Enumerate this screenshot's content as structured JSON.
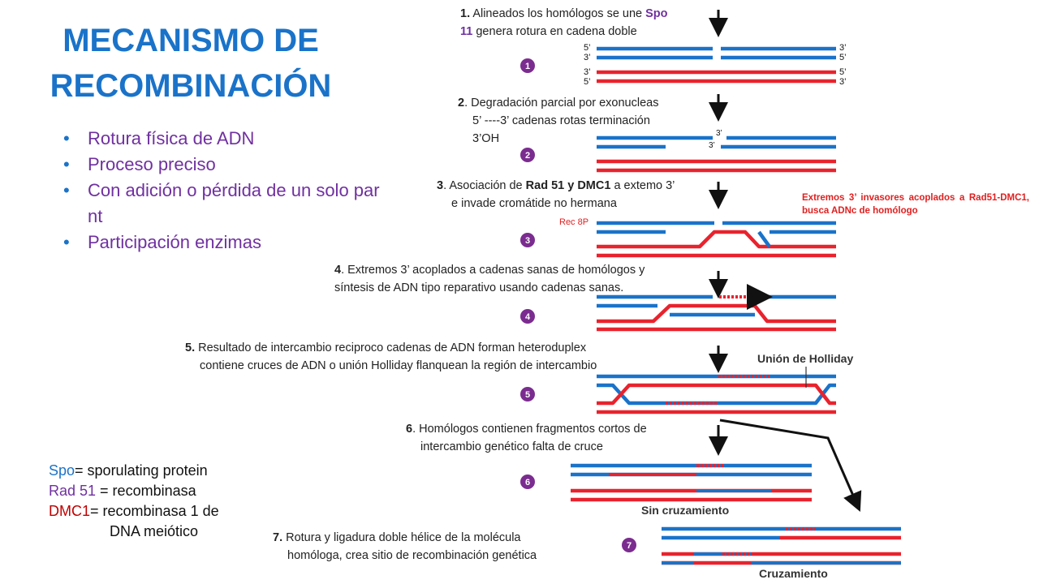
{
  "title": {
    "line1": "MECANISMO DE",
    "line2": "RECOMBINACIÓN"
  },
  "bullets": [
    "Rotura física de ADN",
    "Proceso preciso",
    "Con adición o pérdida de un solo par nt",
    "Participación enzimas"
  ],
  "legend": {
    "spo_key": "Spo",
    "spo_value": "= sporulating protein",
    "rad_key": "Rad 51",
    "rad_value": " = recombinasa",
    "dmc_key": "DMC1",
    "dmc_value": "= recombinasa 1 de",
    "dmc_value2": "DNA meiótico"
  },
  "steps": {
    "s1": {
      "num": "1.",
      "a": " Alineados los homólogos se une ",
      "spo": "Spo",
      "spo2": "11",
      "b": " genera rotura en  cadena doble"
    },
    "s2": {
      "num": "2",
      "a": ". Degradación parcial por  exonucleas",
      "b": "5’ ----3’ cadenas rotas  terminación",
      "c": "3’OH"
    },
    "s3": {
      "num": "3",
      "a": ". Asociación de ",
      "rad": "Rad 51 y DMC1",
      "b": " a extemo 3’",
      "c": "e invade  cromátide no hermana"
    },
    "s4": {
      "num": "4",
      "a": ". Extremos 3’ acoplados a cadenas sanas de homólogos  y",
      "b": "síntesis  de ADN tipo reparativo usando cadenas sanas."
    },
    "s5": {
      "num": "5.",
      "a": " Resultado de intercambio reciproco  cadenas de ADN   forman heteroduplex",
      "b": "contiene cruces de ADN o unión Holliday  flanquean la región de intercambio"
    },
    "s6": {
      "num": "6",
      "a": ". Homólogos contienen  fragmentos cortos de",
      "b": "intercambio genético falta de cruce"
    },
    "s7": {
      "num": "7.",
      "a": "  Rotura  y  ligadura   doble  hélice  de  la  molécula",
      "b": "homóloga, crea sitio  de recombinación genética"
    }
  },
  "note_red": "Extremos 3’ invasores acoplados a Rad51-DMC1, busca ADNc de homólogo",
  "rec8p": "Rec 8P",
  "diagram": {
    "badges": [
      "1",
      "2",
      "3",
      "4",
      "5",
      "6",
      "7"
    ],
    "end_labels": {
      "five": "5’",
      "three": "3’"
    },
    "holliday_label": "Unión de Holliday",
    "sin_cruzamiento": "Sin cruzamiento",
    "cruzamiento": "Cruzamiento"
  },
  "colors": {
    "blue": "#1a73c9",
    "red": "#e8232e",
    "badge": "#7b2c8f",
    "title": "#1a73c9",
    "purple": "#7030a0",
    "note": "#e02020"
  }
}
